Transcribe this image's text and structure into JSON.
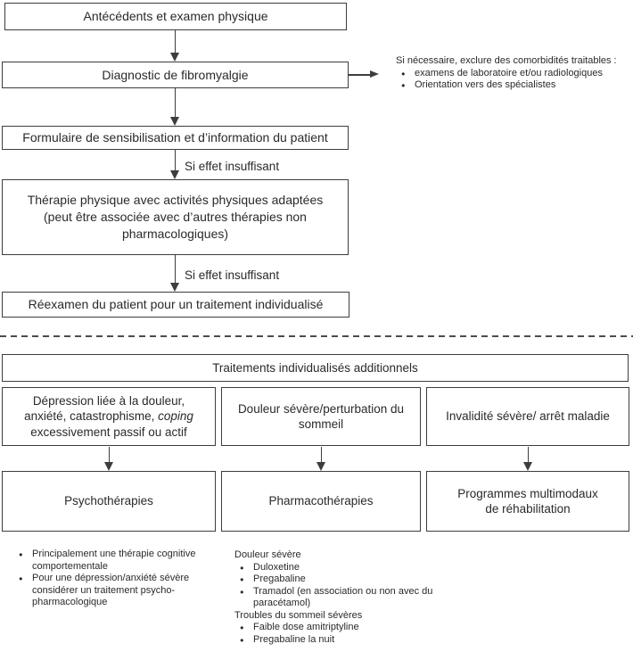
{
  "flow": {
    "box_antecedents": "Antécédents et examen physique",
    "box_diagnostic": "Diagnostic de fibromyalgie",
    "box_formulaire": "Formulaire de sensibilisation et d’information du patient",
    "box_therapie_line1": "Thérapie physique avec activités physiques adaptées",
    "box_therapie_line2": "(peut être associée avec d’autres thérapies non",
    "box_therapie_line3": "pharmacologiques)",
    "box_reexamen": "Réexamen du patient pour un traitement individualisé",
    "arrow_label_1": "Si effet insuffisant",
    "arrow_label_2": "Si effet insuffisant"
  },
  "side_note": {
    "title": "Si nécessaire, exclure des comorbidités traitables :",
    "items": [
      "examens de laboratoire et/ou radiologiques",
      "Orientation vers des spécialistes"
    ]
  },
  "lower": {
    "header": "Traitements individualisés additionnels",
    "branch1": {
      "condition_line1": "Dépression liée à la douleur,",
      "condition_line2_normal": "anxiété, catastrophisme, ",
      "condition_line2_italic": "coping",
      "condition_line3": "excessivement passif ou actif",
      "treatment": "Psychothérapies"
    },
    "branch2": {
      "condition": "Douleur sévère/perturbation du sommeil",
      "treatment": "Pharmacothérapies"
    },
    "branch3": {
      "condition": "Invalidité sévère/ arrêt maladie",
      "treatment_line1": "Programmes multimodaux",
      "treatment_line2": "de réhabilitation"
    }
  },
  "notes_left": {
    "items": [
      "Principalement une thérapie cognitive comportementale",
      "Pour une dépression/anxiété sévère considérer un traitement psycho-pharmacologique"
    ]
  },
  "notes_middle": {
    "sections": [
      {
        "header": "Douleur sévère",
        "items": [
          "Duloxetine",
          "Pregabaline",
          "Tramadol (en association ou non avec du paracétamol)"
        ]
      },
      {
        "header": "Troubles du sommeil sévères",
        "items": [
          "Faible dose amitriptyline",
          "Pregabaline la nuit"
        ]
      }
    ]
  },
  "colors": {
    "line": "#3d3d3d",
    "text": "#2a2a2a",
    "background": "#ffffff"
  }
}
